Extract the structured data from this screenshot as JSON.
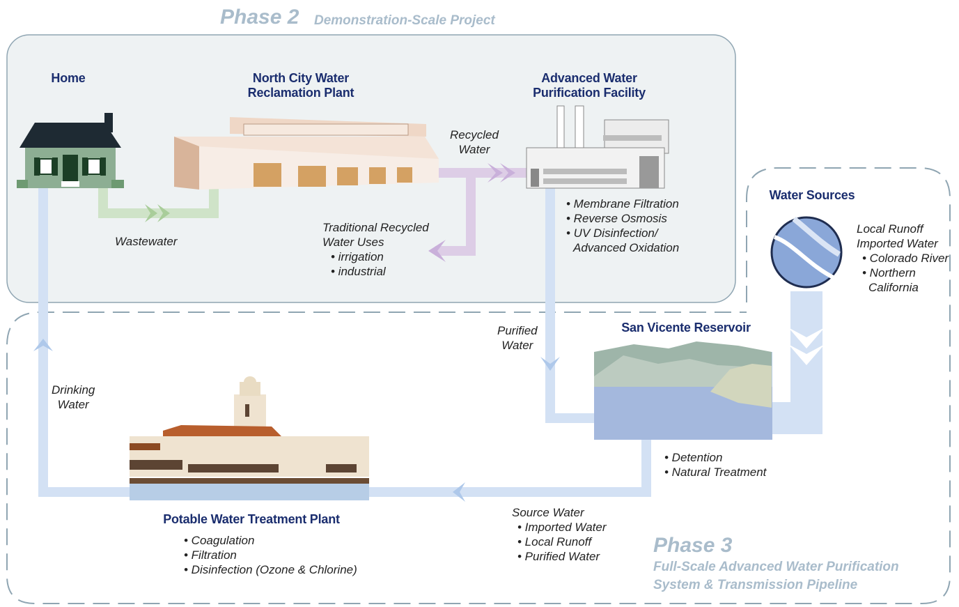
{
  "phase2": {
    "label": "Phase 2",
    "subtitle": "Demonstration-Scale Project"
  },
  "phase3": {
    "label": "Phase 3",
    "subtitle_line1": "Full-Scale Advanced Water Purification",
    "subtitle_line2": "System & Transmission Pipeline"
  },
  "home": {
    "title": "Home"
  },
  "north_city": {
    "title_line1": "North City Water",
    "title_line2": "Reclamation Plant"
  },
  "awpf": {
    "title_line1": "Advanced Water",
    "title_line2": "Purification Facility",
    "steps": [
      "• Membrane Filtration",
      "• Reverse Osmosis",
      "• UV Disinfection/",
      "Advanced Oxidation"
    ]
  },
  "water_sources": {
    "title": "Water Sources",
    "items": [
      "Local Runoff",
      "Imported Water",
      "• Colorado River",
      "• Northern",
      "California"
    ]
  },
  "reservoir": {
    "title": "San Vicente Reservoir",
    "steps": [
      "• Detention",
      "• Natural Treatment"
    ]
  },
  "potable": {
    "title": "Potable Water Treatment Plant",
    "steps": [
      "• Coagulation",
      "• Filtration",
      "• Disinfection (Ozone & Chlorine)"
    ]
  },
  "flows": {
    "wastewater": "Wastewater",
    "recycled_line1": "Recycled",
    "recycled_line2": "Water",
    "traditional_line1": "Traditional Recycled",
    "traditional_line2": "Water Uses",
    "traditional_items": [
      "• irrigation",
      "• industrial"
    ],
    "purified_line1": "Purified",
    "purified_line2": "Water",
    "drinking_line1": "Drinking",
    "drinking_line2": "Water",
    "source_title": "Source Water",
    "source_items": [
      "• Imported Water",
      "• Local Runoff",
      "• Purified Water"
    ]
  },
  "colors": {
    "title": "#1a2d6e",
    "phase": "#a9bccb",
    "pipe_blue": "#d3e1f4",
    "pipe_green": "#cfe3c8",
    "pipe_purple": "#ddcde6",
    "phase2_fill": "#eef2f3",
    "boundary": "#8fa5b2"
  }
}
